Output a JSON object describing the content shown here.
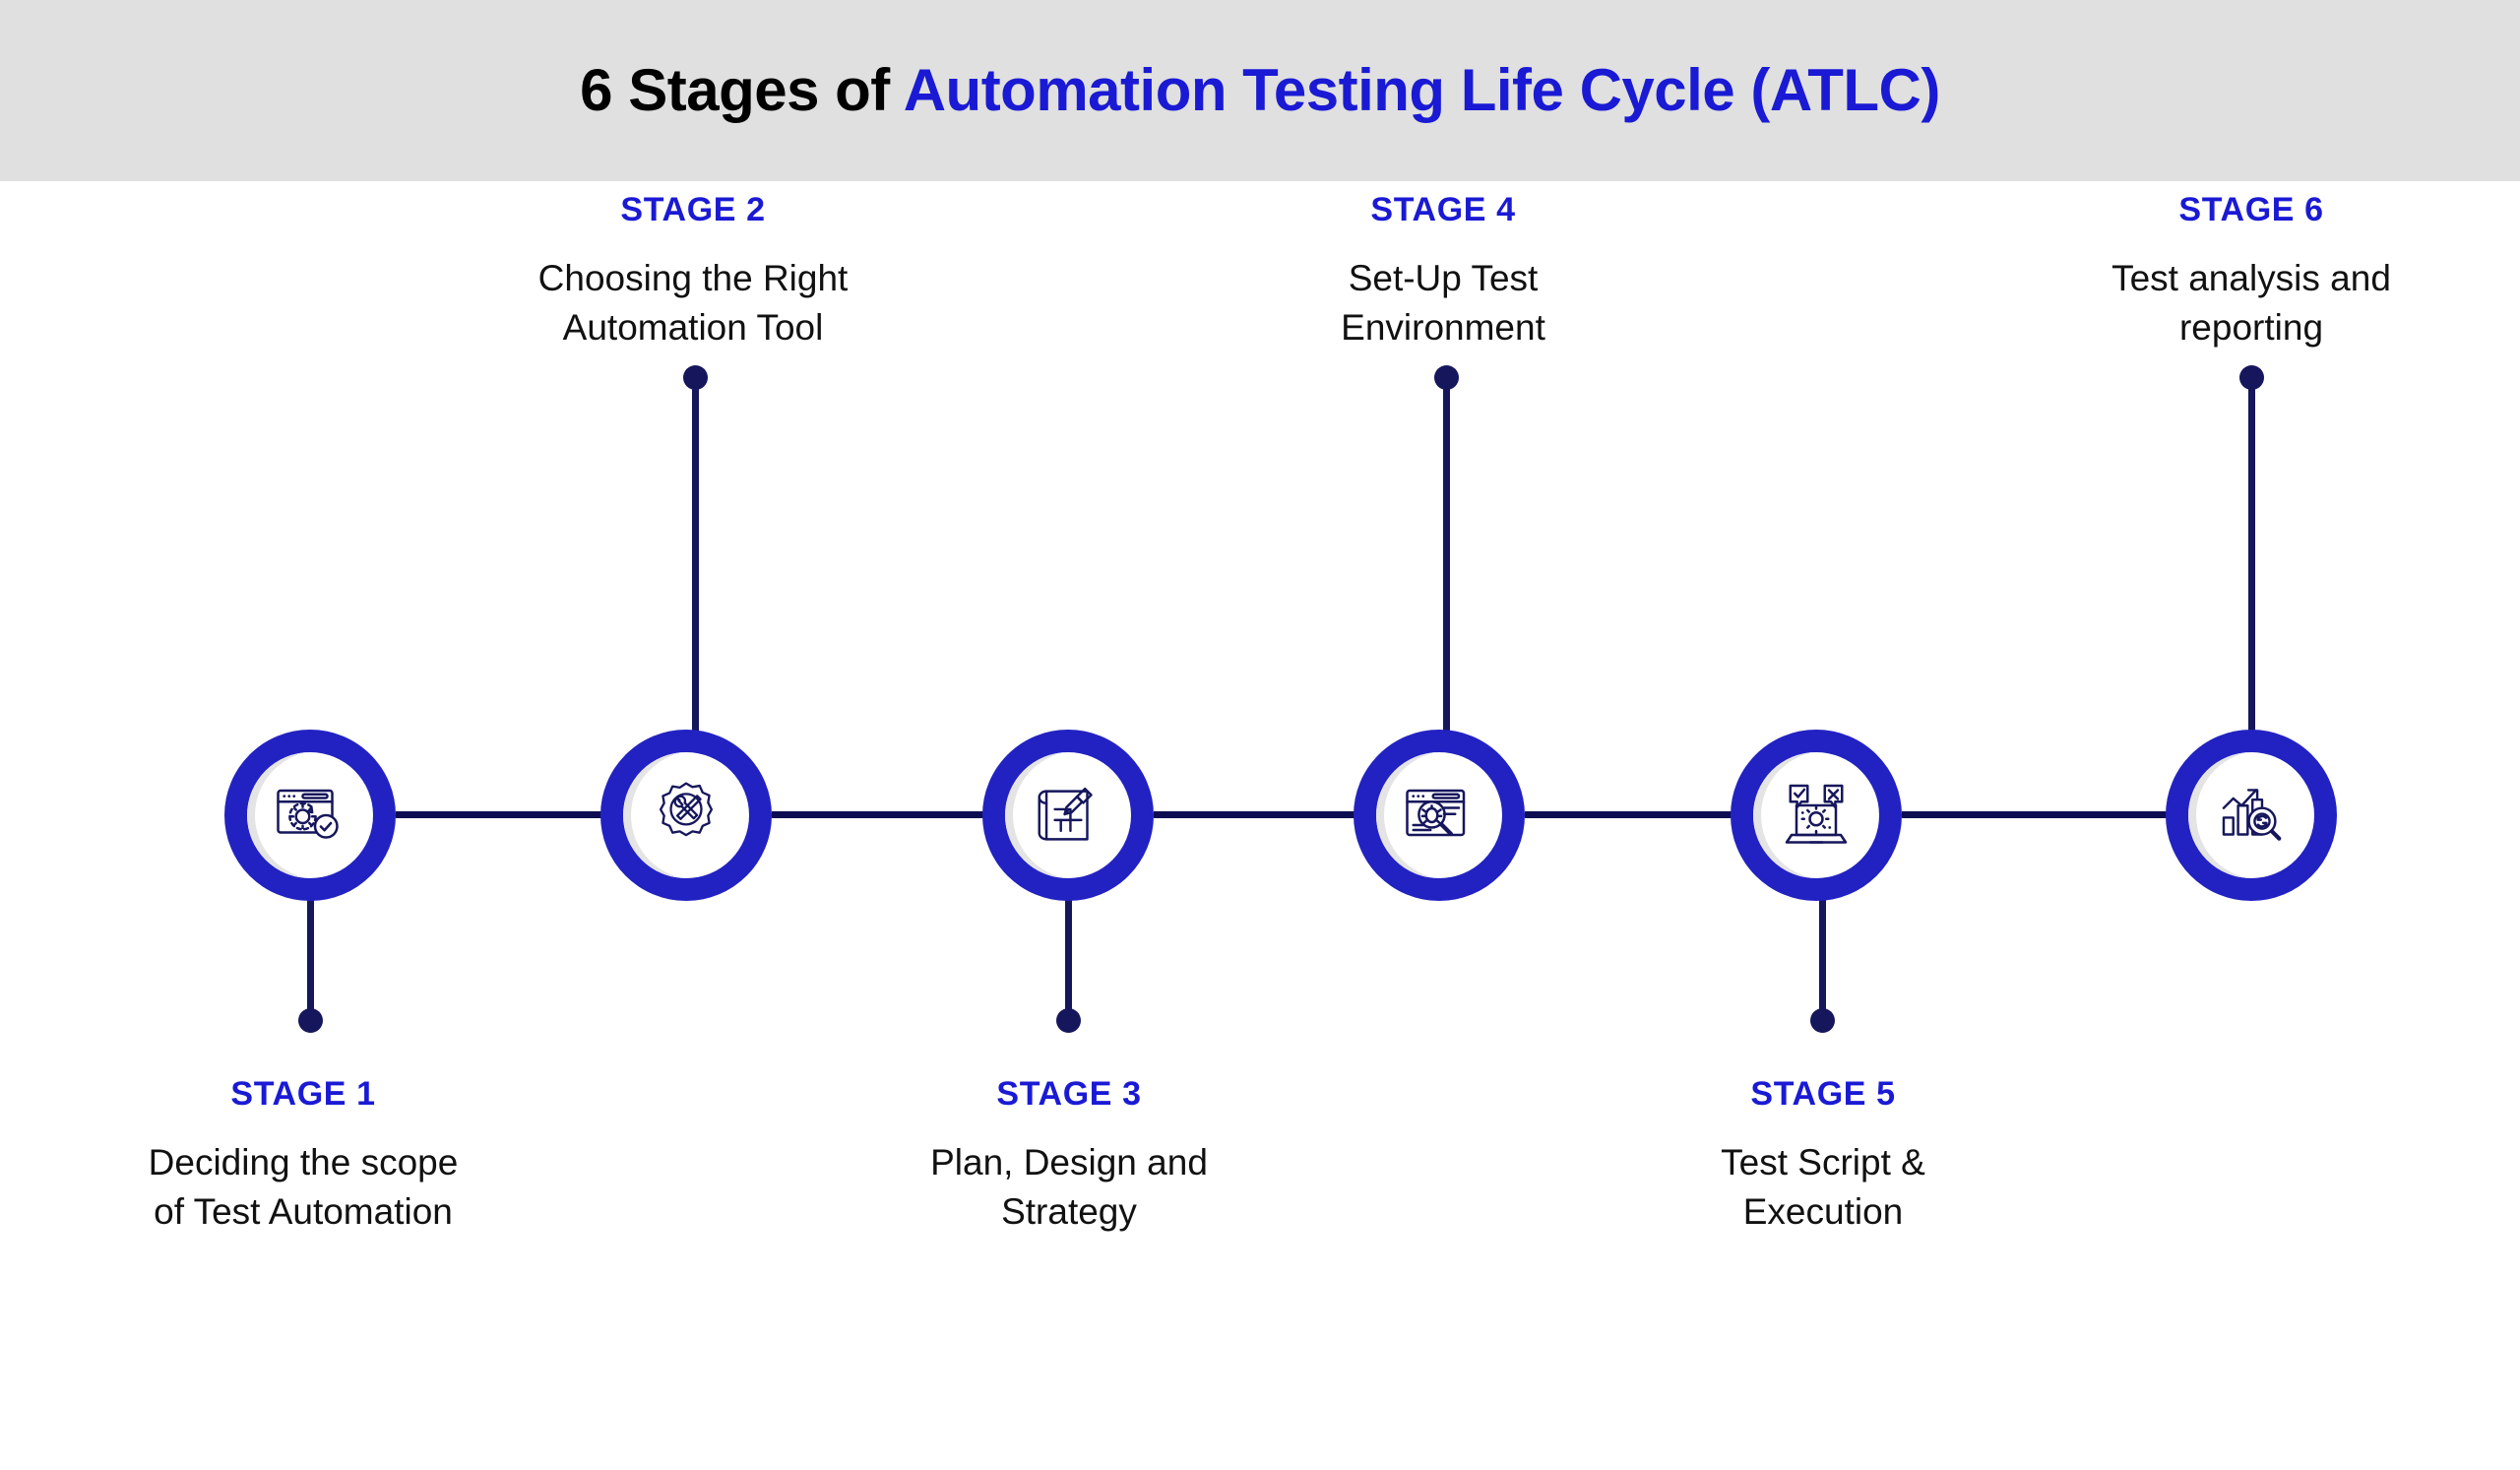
{
  "header": {
    "title_part_black": "6 Stages of ",
    "title_part_blue": "Automation Testing Life Cycle (ATLC)",
    "band_color": "#e0e0e0"
  },
  "theme": {
    "ring_blue": "#2222c2",
    "accent_blue": "#1a1ad4",
    "connector_navy": "#0d0d52",
    "stem_navy": "#16165c",
    "icon_navy": "#16165c",
    "inner_white": "#ffffff",
    "inner_shade": "#e4e4e4",
    "page_background": "#ffffff"
  },
  "diagram": {
    "type": "horizontal-timeline",
    "stage_count": 6,
    "stages": [
      {
        "index": 1,
        "stage_name": "STAGE 1",
        "description_line1": "Deciding the scope",
        "description_line2": "of Test Automation",
        "label_position": "below",
        "icon": "browser-gear-check-icon"
      },
      {
        "index": 2,
        "stage_name": "STAGE 2",
        "description_line1": "Choosing the Right",
        "description_line2": "Automation Tool",
        "label_position": "above",
        "icon": "gear-wrench-screwdriver-icon"
      },
      {
        "index": 3,
        "stage_name": "STAGE 3",
        "description_line1": "Plan, Design and",
        "description_line2": "Strategy",
        "label_position": "below",
        "icon": "blueprint-pencil-icon"
      },
      {
        "index": 4,
        "stage_name": "STAGE 4",
        "description_line1": "Set-Up Test",
        "description_line2": "Environment",
        "label_position": "above",
        "icon": "browser-bug-magnifier-icon"
      },
      {
        "index": 5,
        "stage_name": "STAGE 5",
        "description_line1": "Test Script &",
        "description_line2": "Execution",
        "label_position": "below",
        "icon": "laptop-gear-pass-fail-icon"
      },
      {
        "index": 6,
        "stage_name": "STAGE 6",
        "description_line1": "Test analysis and",
        "description_line2": "reporting",
        "label_position": "above",
        "icon": "bar-chart-magnifier-icon"
      }
    ]
  }
}
